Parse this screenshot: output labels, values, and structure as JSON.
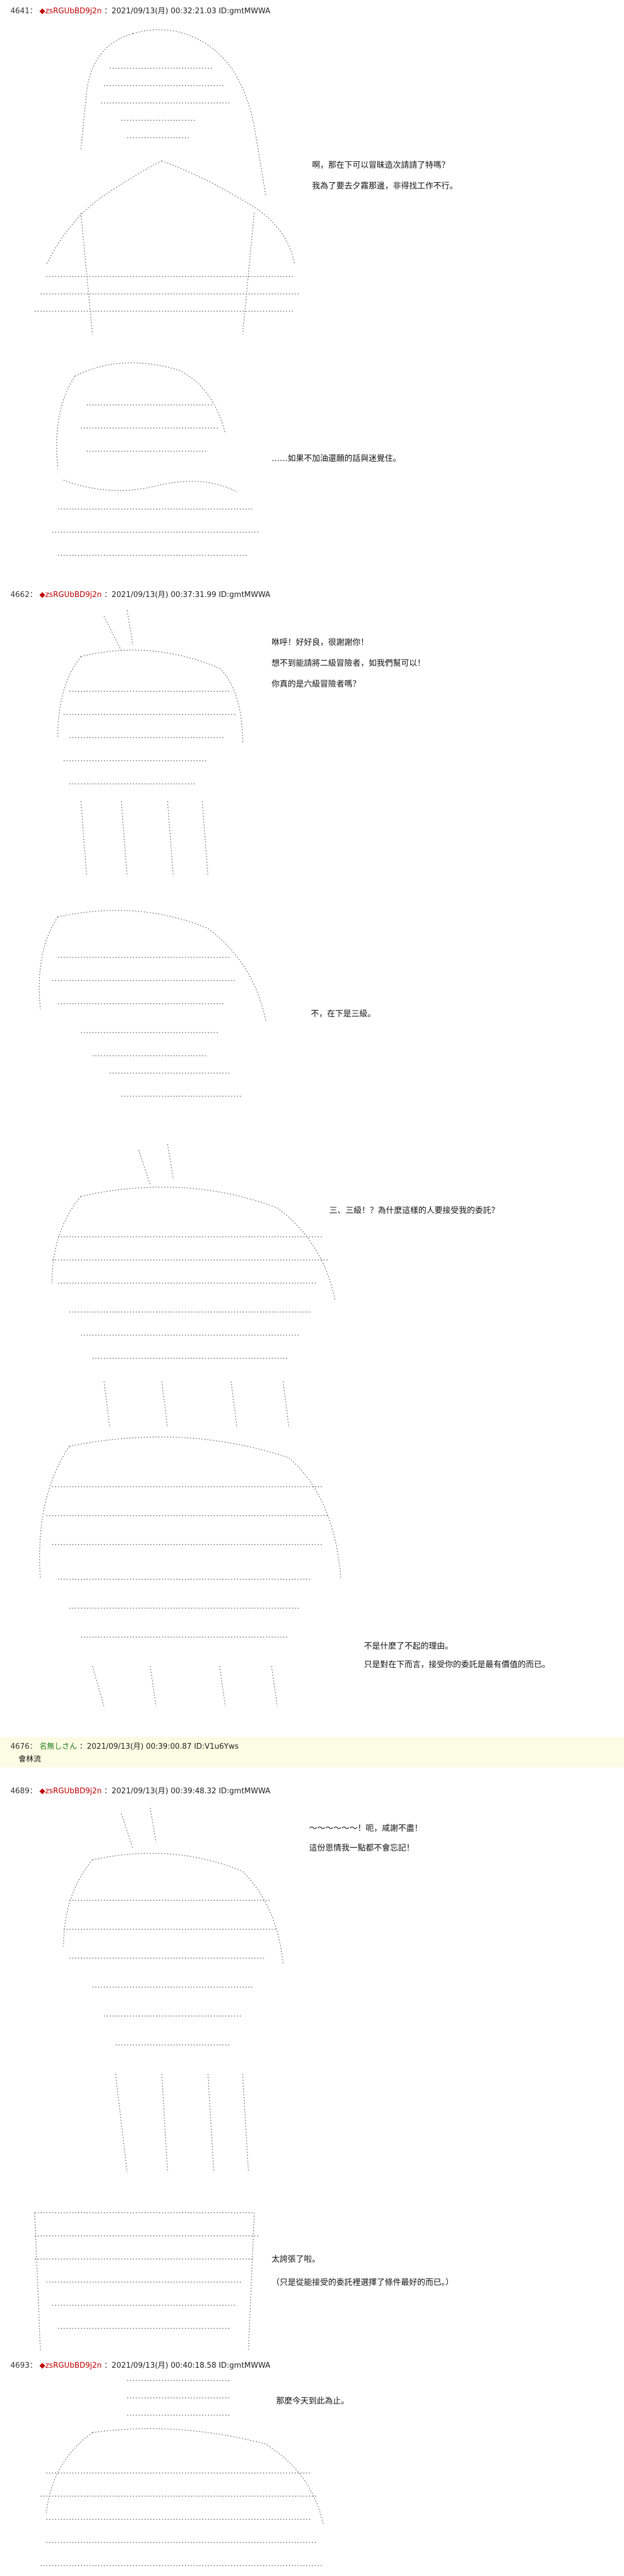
{
  "posts": [
    {
      "number": "4641：",
      "name": "◆zsRGUbBD9j2n",
      "datetime": "：2021/09/13(月) 00:32:21.03 ID:gmtMWWA",
      "dialogs": [
        [
          "啊，那在下可以冒昧造次請請了特嗎？",
          "我為了要去夕霧那邊，非得找工作不行。"
        ],
        [
          "……如果不加油還願的話與迷覺住。"
        ]
      ]
    },
    {
      "number": "4662：",
      "name": "◆zsRGUbBD9j2n",
      "datetime": "：2021/09/13(月) 00:37:31.99 ID:gmtMWWA",
      "dialogs": [
        [
          "咻呼！好好良，很謝謝你！",
          "想不到能請將二級冒險者，如我們幫可以！",
          "你真的是六級冒險者嗎？"
        ],
        [
          "不，在下是三級。"
        ],
        [
          "三、三級！？為什麼這樣的人要接受我的委託？"
        ],
        [
          "不是什麼了不起的理由。",
          "只是對在下而言，接受你的委託是最有價值的而已。"
        ]
      ]
    },
    {
      "number": "4676：",
      "name": "名無しさん",
      "datetime": "：2021/09/13(月) 00:39:00.87 ID:V1u6Yws",
      "reply": "會林流"
    },
    {
      "number": "4689：",
      "name": "◆zsRGUbBD9j2n",
      "datetime": "：2021/09/13(月) 00:39:48.32 ID:gmtMWWA",
      "dialogs": [
        [
          "〜〜〜〜〜〜！呃，咸謝不盡！",
          "這份恩情我一點都不會忘記！"
        ],
        [
          "太誇張了啦。",
          "（只是從能接受的委託裡選擇了條件最好的而已。）"
        ]
      ]
    },
    {
      "number": "4693：",
      "name": "◆zsRGUbBD9j2n",
      "datetime": "：2021/09/13(月) 00:40:18.58 ID:gmtMWWA",
      "dialogs": [
        [
          "那麼今天到此為止。"
        ]
      ]
    }
  ],
  "colors": {
    "trip": "#c00000",
    "anon_name": "#1a7a1a",
    "highlight": "#fcfbe3",
    "art_stroke": "#555555"
  }
}
